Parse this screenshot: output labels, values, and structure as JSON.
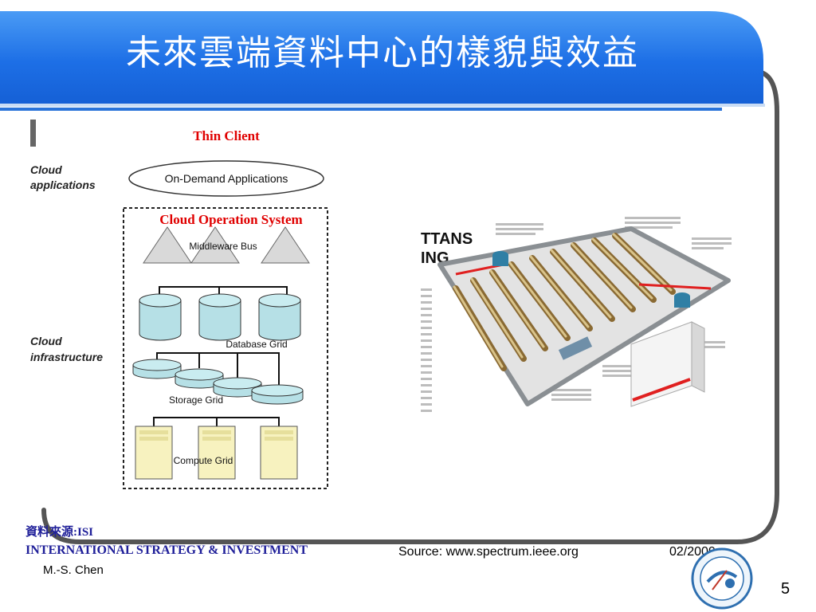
{
  "slide": {
    "title": "未來雲端資料中心的樣貌與效益",
    "page_number": "5"
  },
  "diagram": {
    "thin_client": "Thin Client",
    "cloud_applications": [
      "Cloud",
      "applications"
    ],
    "on_demand": "On-Demand Applications",
    "cloud_os": "Cloud Operation System",
    "middleware": "Middleware Bus",
    "cloud_infrastructure": [
      "Cloud",
      "infrastructure"
    ],
    "database_grid": "Database Grid",
    "storage_grid": "Storage Grid",
    "compute_grid": "Compute Grid"
  },
  "illustration": {
    "headline_lines": [
      "TTANS",
      "ING"
    ]
  },
  "footer": {
    "source_label": "資料來源:ISI",
    "source_org": "INTERNATIONAL STRATEGY & INVESTMENT",
    "author": "M.-S. Chen",
    "source_url": "Source: www.spectrum.ieee.org",
    "source_date": "02/2009"
  },
  "colors": {
    "banner_blue": "#1f7af0",
    "label_red": "#e00000",
    "footer_blue": "#1f1f99",
    "frame_gray": "#555555"
  }
}
